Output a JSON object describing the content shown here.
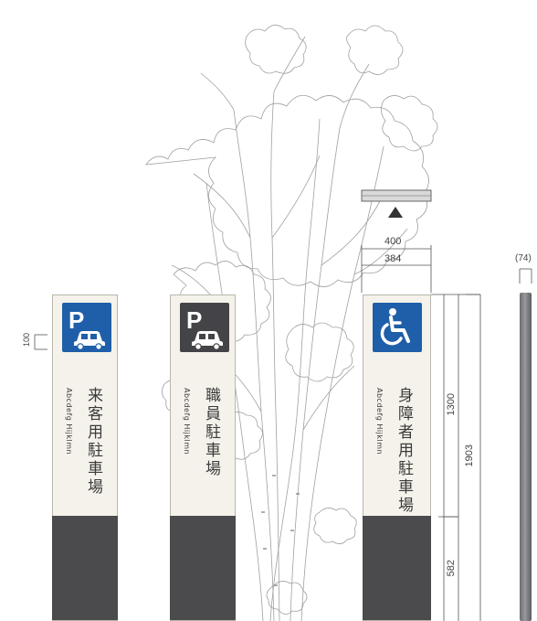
{
  "signs": [
    {
      "id": "visitor",
      "pictogram": "parking-car-icon",
      "pictogram_color": "#1f5ea8",
      "jp_label": "来客用駐車場",
      "en_label": "Abcdefg Hijklmn"
    },
    {
      "id": "staff",
      "pictogram": "parking-car-icon",
      "pictogram_color": "#444448",
      "jp_label": "職員駐車場",
      "en_label": "Abcdefg Hijklmn"
    },
    {
      "id": "accessible",
      "pictogram": "wheelchair-icon",
      "pictogram_color": "#1f5ea8",
      "jp_label": "身障者用駐車場",
      "en_label": "Abcdefg Hijklmn"
    }
  ],
  "dimensions": {
    "top_width_outer": "400",
    "top_width_inner": "384",
    "panel_height": "1300",
    "total_height": "1903",
    "base_height": "582",
    "depth": "(74)",
    "text_offset": "100"
  },
  "colors": {
    "panel": "#f4f2ea",
    "base": "#4b4b4e",
    "line": "#555555",
    "tree": "#9a9a9a"
  }
}
